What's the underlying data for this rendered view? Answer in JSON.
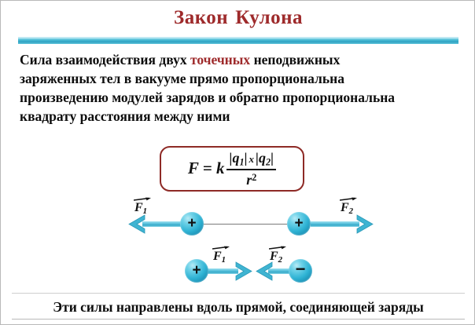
{
  "slide": {
    "title": "Закон Кулона",
    "title_words": [
      "Закон",
      "Кулона"
    ]
  },
  "definition": {
    "line1_before": "Сила взаимодействия двух ",
    "line1_highlight": "точечных",
    "line1_after": " неподвижных",
    "line2": "заряженных тел в вакууме прямо пропорциональна",
    "line3": "произведению модулей зарядов и обратно пропорциональна",
    "line4": "квадрату расстояния между ними",
    "highlight_color": "#9e2a2b"
  },
  "formula": {
    "lhs": "F = k",
    "numerator_q1_open": "|",
    "numerator_q1": "q",
    "numerator_q1_sub": "1",
    "numerator_q1_close": "|",
    "numerator_times": "x",
    "numerator_q2_open": "|",
    "numerator_q2": "q",
    "numerator_q2_sub": "2",
    "numerator_q2_close": "|",
    "denominator": "r",
    "denominator_exp": "2",
    "border_color": "#8e2a26"
  },
  "diagram_repulsion": {
    "caption_type": "like-charges-repel",
    "left_charge_sign": "+",
    "right_charge_sign": "+",
    "left_force_label": "F",
    "left_force_sub": "1",
    "right_force_label": "F",
    "right_force_sub": "2",
    "arrow_color": "#35a9c8",
    "sphere_color": "#2fb3d4"
  },
  "diagram_attraction": {
    "caption_type": "unlike-charges-attract",
    "left_charge_sign": "+",
    "right_charge_sign": "−",
    "left_force_label": "F",
    "left_force_sub": "1",
    "right_force_label": "F",
    "right_force_sub": "2",
    "arrow_color": "#35a9c8",
    "sphere_color": "#2fb3d4"
  },
  "conclusion": {
    "text": "Эти силы направлены вдоль прямой, соединяющей заряды"
  },
  "theme": {
    "accent_cyan": "#35a9c8",
    "accent_red": "#9e2a2b",
    "page_background": "#ffffff"
  }
}
